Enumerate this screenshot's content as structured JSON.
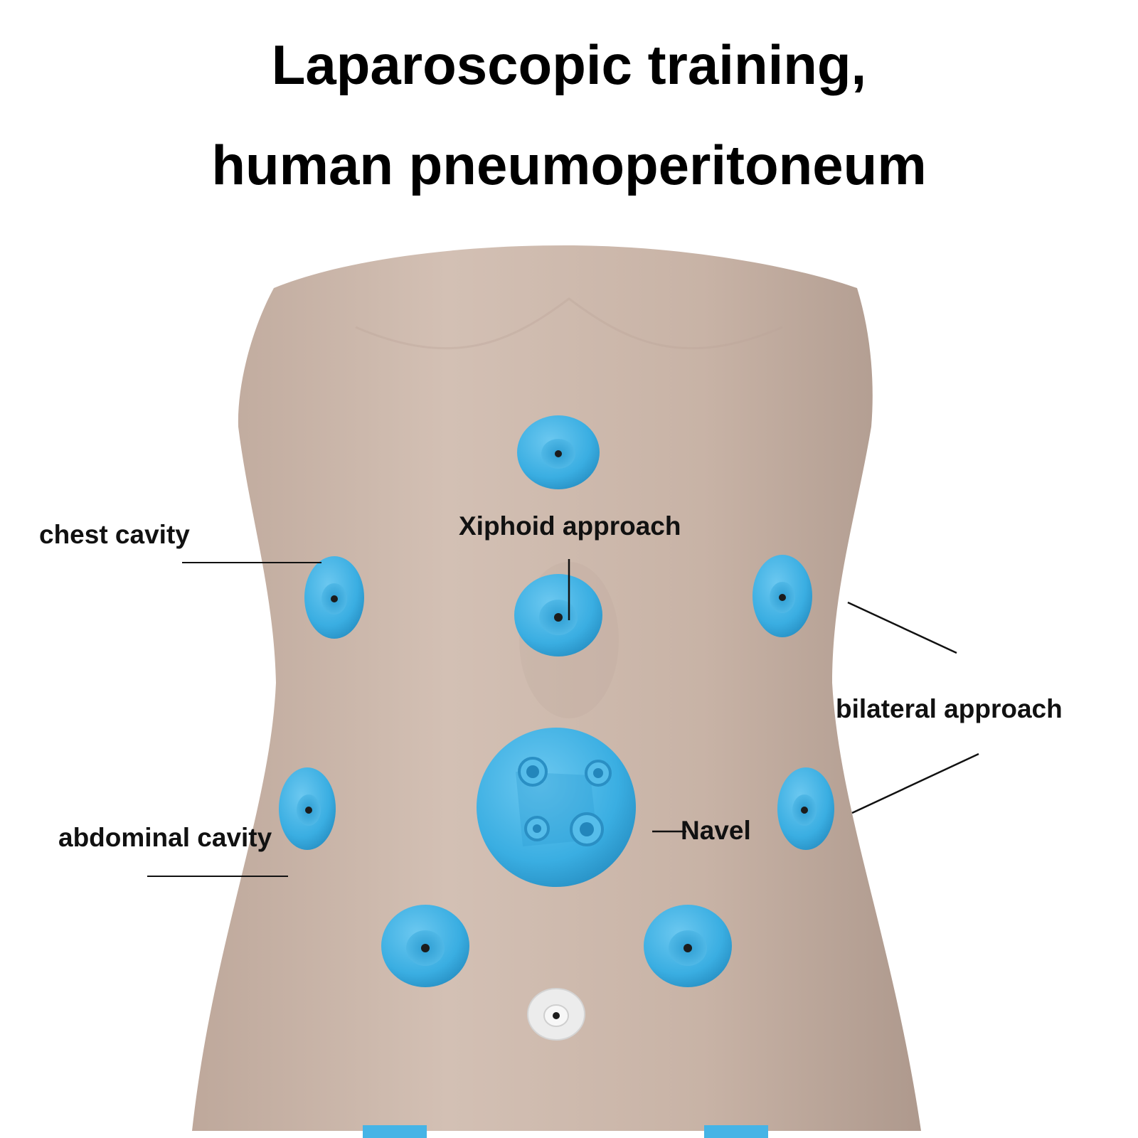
{
  "title": {
    "line1": "Laparoscopic training,",
    "line2": "human pneumoperitoneum"
  },
  "labels": {
    "chest_cavity": "chest cavity",
    "xiphoid_approach": "Xiphoid approach",
    "bilateral_approach": "bilateral approach",
    "abdominal_cavity": "abdominal cavity",
    "navel": "Navel"
  },
  "colors": {
    "skin": "#c9b3a6",
    "port_blue": "#45b4e6",
    "port_white": "#ececec",
    "text": "#000000"
  }
}
